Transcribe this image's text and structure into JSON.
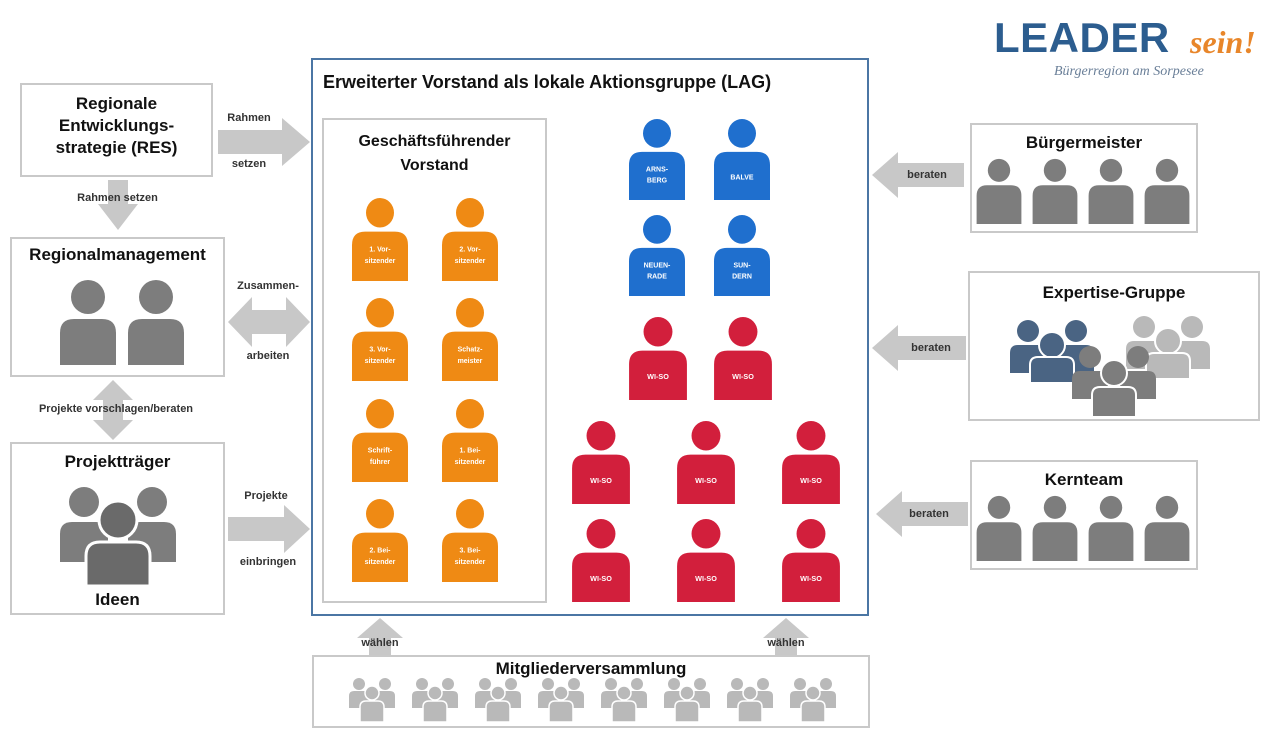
{
  "logo": {
    "main": "LEADER",
    "accent": "sein!",
    "subtitle": "Bürgerregion am Sorpesee"
  },
  "lag": {
    "title": "Erweiterter Vorstand als lokale Aktionsgruppe (LAG)"
  },
  "executive": {
    "title_line1": "Geschäftsführender",
    "title_line2": "Vorstand",
    "members": [
      [
        "1. Vor-",
        "sitzender"
      ],
      [
        "2. Vor-",
        "sitzender"
      ],
      [
        "3. Vor-",
        "sitzender"
      ],
      [
        "Schatz-",
        "meister"
      ],
      [
        "Schrift-",
        "führer"
      ],
      [
        "1. Bei-",
        "sitzender"
      ],
      [
        "2. Bei-",
        "sitzender"
      ],
      [
        "3. Bei-",
        "sitzender"
      ]
    ]
  },
  "municipal_reps": [
    [
      "ARNS-",
      "BERG"
    ],
    [
      "BALVE",
      ""
    ],
    [
      "NEUEN-",
      "RADE"
    ],
    [
      "SUN-",
      "DERN"
    ]
  ],
  "wiso_label": "WI-SO",
  "res": {
    "line1": "Regionale",
    "line2": "Entwicklungs-",
    "line3": "strategie (RES)"
  },
  "regional_management": {
    "title": "Regionalmanagement"
  },
  "project_sponsors": {
    "title": "Projektträger",
    "footer": "Ideen"
  },
  "mayors": {
    "title": "Bürgermeister"
  },
  "expertise": {
    "title": "Expertise-Gruppe"
  },
  "core_team": {
    "title": "Kernteam"
  },
  "members_assembly": {
    "title": "Mitgliederversammlung"
  },
  "arrows": {
    "rahmen_top": "Rahmen",
    "rahmen_bottom": "setzen",
    "rahmen_down": "Rahmen setzen",
    "zusammen_top": "Zusammen-",
    "zusammen_bottom": "arbeiten",
    "projekte_vorschlagen": "Projekte vorschlagen/beraten",
    "projekte_top": "Projekte",
    "projekte_bottom": "einbringen",
    "beraten": "beraten",
    "waehlen": "wählen"
  },
  "colors": {
    "orange": "#ef8a14",
    "blue": "#1f6fce",
    "red": "#d21f3c",
    "gray": "#7d7d7d",
    "slate": "#4a6483",
    "light_gray": "#b9b9b9",
    "arrow_gray": "#c8c8c8",
    "lag_border": "#4b76a4"
  }
}
